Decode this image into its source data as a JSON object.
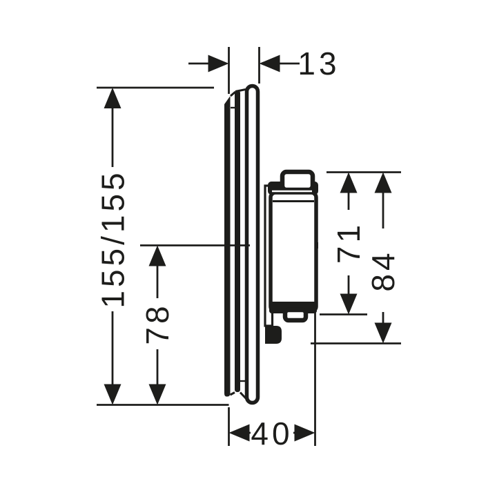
{
  "diagram": {
    "background_color": "#ffffff",
    "line_color": "#1d1d1b",
    "dimensions": {
      "plate_thickness": {
        "label": "13"
      },
      "plate_size": {
        "label": "155/155"
      },
      "lower_center_height": {
        "label": "78"
      },
      "body_span": {
        "label": "71"
      },
      "overall_span": {
        "label": "84"
      },
      "depth": {
        "label": "40"
      }
    }
  }
}
